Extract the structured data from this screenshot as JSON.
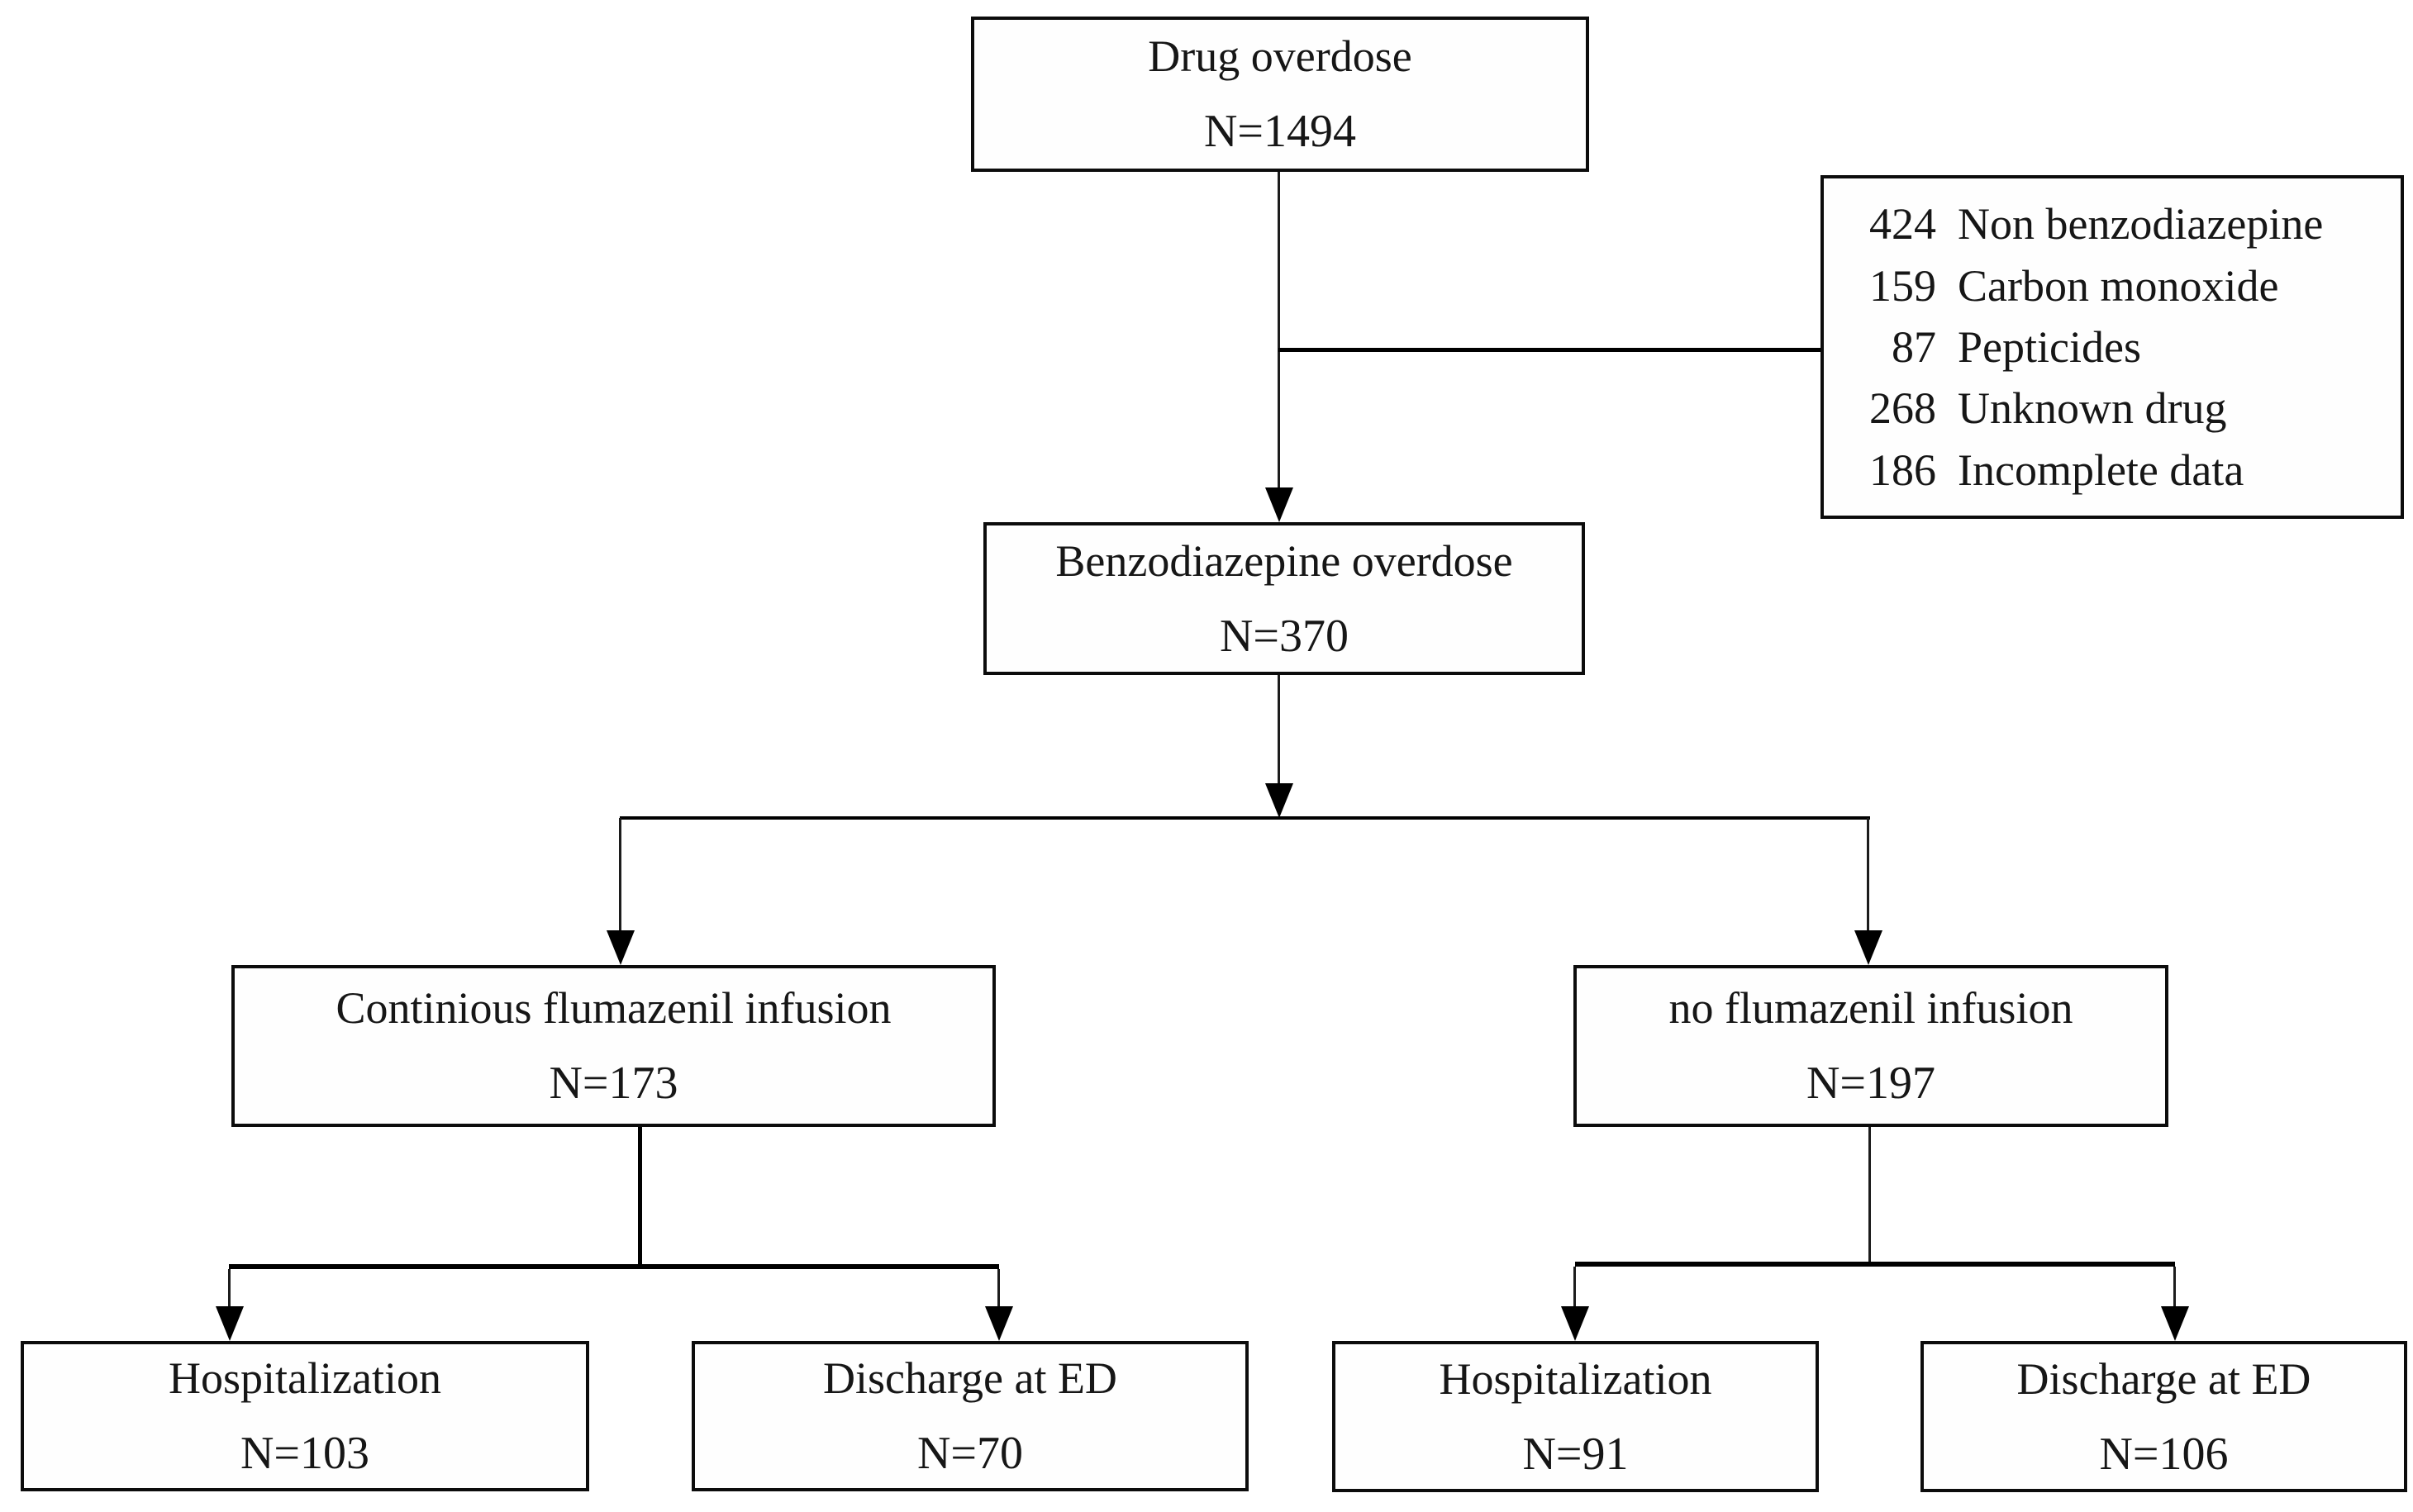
{
  "figure": {
    "type": "patient-flow-diagram",
    "background_color": "#ffffff",
    "line_color": "#000000",
    "text_color": "#161616"
  },
  "nodes": {
    "drug_overdose": {
      "label": "Drug overdose",
      "n": "N=1494"
    },
    "benzo_overdose": {
      "label": "Benzodiazepine overdose",
      "n": "N=370"
    },
    "flumazenil": {
      "label": "Continious flumazenil infusion",
      "n": "N=173"
    },
    "no_flumazenil": {
      "label": "no flumazenil infusion",
      "n": "N=197"
    },
    "hosp_flumazenil": {
      "label": "Hospitalization",
      "n": "N=103"
    },
    "discharge_flumazenil": {
      "label": "Discharge at ED",
      "n": "N=70"
    },
    "hosp_no_flumazenil": {
      "label": "Hospitalization",
      "n": "N=91"
    },
    "discharge_no_flumazenil": {
      "label": "Discharge at ED",
      "n": "N=106"
    }
  },
  "exclusions": {
    "items": [
      {
        "count": "424",
        "label": "Non benzodiazepine"
      },
      {
        "count": "159",
        "label": "Carbon monoxide"
      },
      {
        "count": "87",
        "label": "Pepticides"
      },
      {
        "count": "268",
        "label": "Unknown drug"
      },
      {
        "count": "186",
        "label": "Incomplete data"
      }
    ]
  }
}
